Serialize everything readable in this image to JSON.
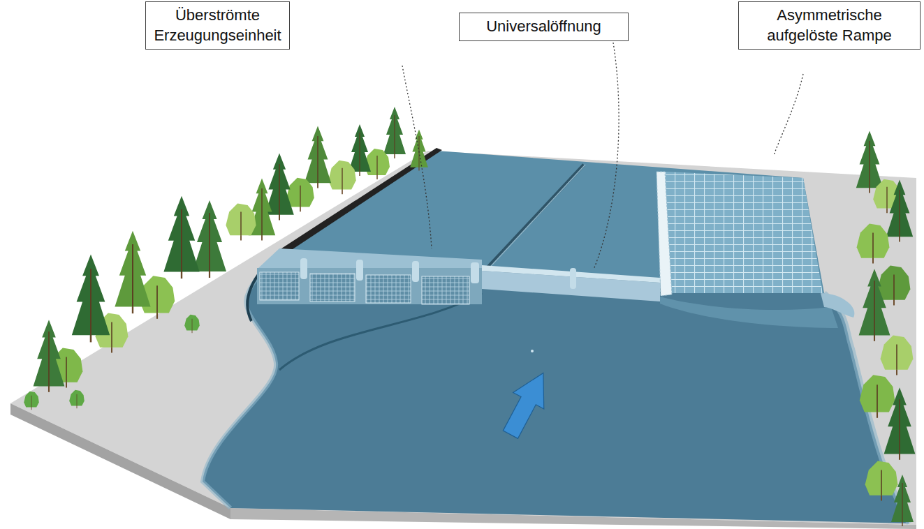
{
  "diagram": {
    "nodes": [
      {
        "text": [
          "Überströmte Erzeugungseinheit"
        ]
      },
      {
        "text": [
          "Universalöffnung"
        ]
      },
      {
        "text": [
          "Asymmetrische aufgelöste Rampe"
        ]
      }
    ]
  }
}
